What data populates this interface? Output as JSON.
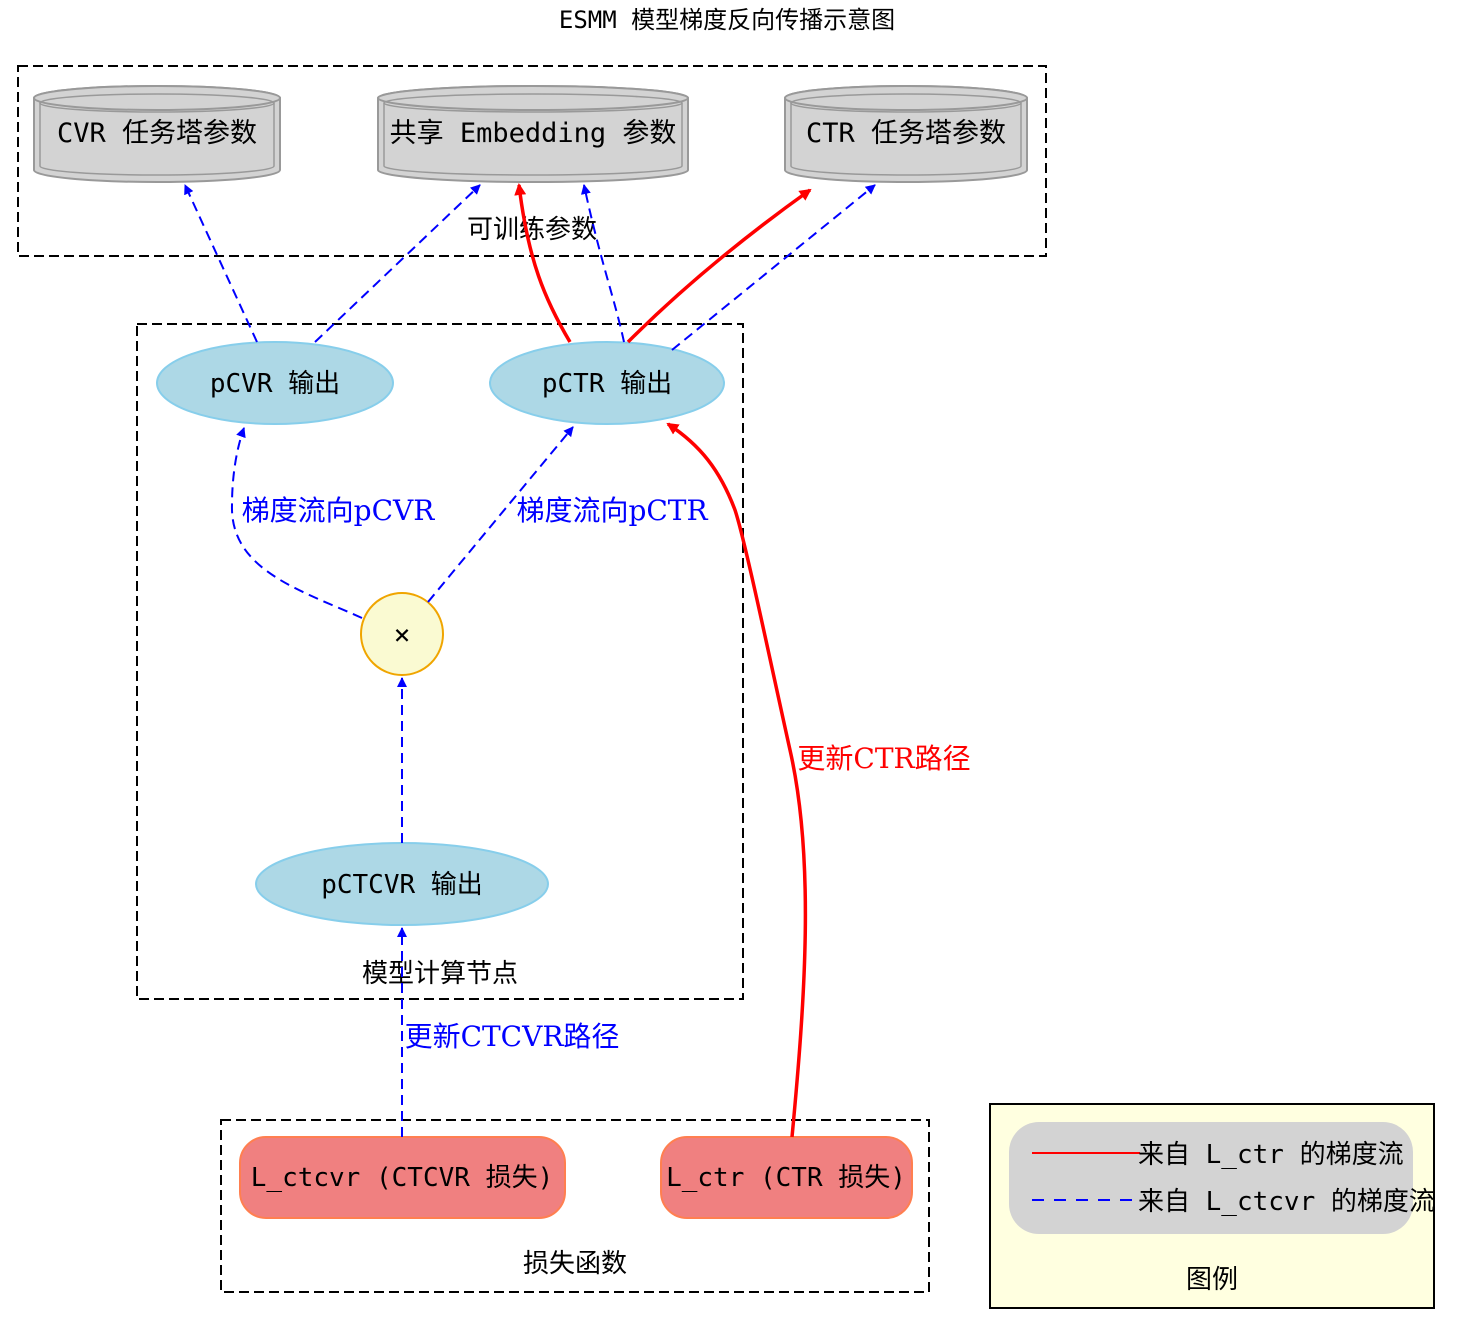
{
  "title": "ESMM 模型梯度反向传播示意图",
  "clusters": {
    "params": "可训练参数",
    "model": "模型计算节点",
    "loss": "损失函数",
    "legend": "图例"
  },
  "nodes": {
    "cvr_tower": "CVR 任务塔参数",
    "shared_emb": "共享 Embedding 参数",
    "ctr_tower": "CTR 任务塔参数",
    "pcvr": "pCVR 输出",
    "pctr": "pCTR 输出",
    "multiply": "×",
    "pctcvr": "pCTCVR 输出",
    "l_ctcvr": "L_ctcvr (CTCVR 损失)",
    "l_ctr": "L_ctr (CTR 损失)"
  },
  "edge_labels": {
    "to_pcvr": "梯度流向pCVR",
    "to_pctr": "梯度流向pCTR",
    "update_ctr": "更新CTR路径",
    "update_ctcvr": "更新CTCVR路径"
  },
  "legend": {
    "red_entry": "来自 L_ctr 的梯度流",
    "blue_entry": "来自 L_ctcvr 的梯度流"
  },
  "colors": {
    "ctr_flow": "#ff0000",
    "ctcvr_flow": "#0000ff",
    "output_node": "#add8e6",
    "loss_node": "#f08080",
    "param_node": "#d3d3d3",
    "multiply_node": "#fafad2",
    "legend_bg": "#ffffe0"
  }
}
